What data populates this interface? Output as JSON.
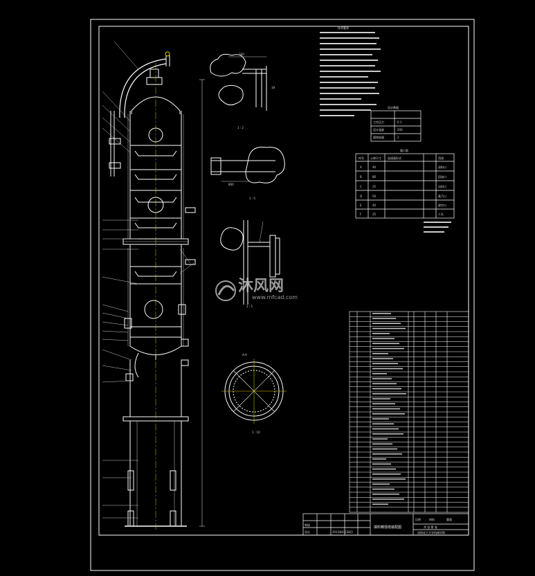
{
  "watermark": {
    "brand_cn": "沐风网",
    "url": "www.mfcad.com"
  },
  "section_labels": {
    "a_a": "A-A",
    "ratio_1_2": "1 : 2",
    "ratio_1_5": "1 : 5",
    "ratio_1_10": "1 : 10",
    "detail_top_dim": "100",
    "detail_mid_dim": "800",
    "detail_lower_dim": "18"
  },
  "title_block": {
    "company": "沈阳化工大学机械学院",
    "drawing_name": "填料精馏塔装配图",
    "date": "2013年6月28日",
    "design": "设计",
    "check": "审核",
    "scale_label": "比例",
    "sheet_label": "共 张 第 张",
    "material": "材料",
    "weight": "重量"
  },
  "nozzle_table": {
    "title": "管口表",
    "headers": [
      "符号",
      "公称尺寸",
      "连接面形式",
      "用途"
    ],
    "rows": [
      [
        "A",
        "40",
        "",
        "进料口"
      ],
      [
        "B",
        "80",
        "",
        "回流口"
      ],
      [
        "C",
        "25",
        "",
        "出料口"
      ],
      [
        "D",
        "50",
        "",
        "蒸汽口"
      ],
      [
        "E",
        "40",
        "",
        "放空口"
      ],
      [
        "F",
        "25",
        "",
        "人孔"
      ]
    ]
  },
  "design_table": {
    "title": "设计数据",
    "rows": [
      [
        "工作压力",
        "0.1"
      ],
      [
        "设计温度",
        "200"
      ],
      [
        "腐蚀裕量",
        "2"
      ]
    ]
  },
  "technical_notes_title": "技术要求",
  "bom_rows": 40
}
